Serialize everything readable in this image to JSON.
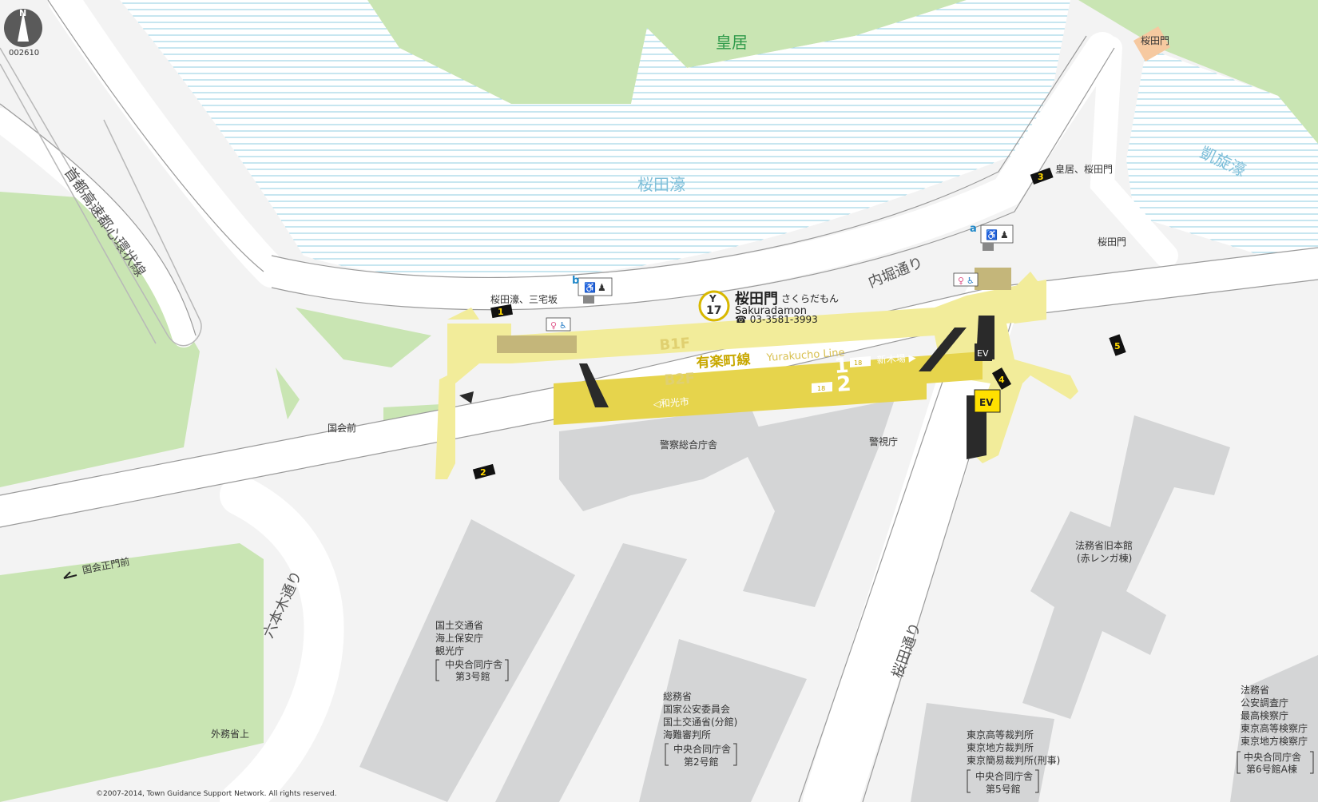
{
  "map_id": "002610",
  "compass_label": "N",
  "station": {
    "code_letter": "Y",
    "code_number": "17",
    "name": "桜田門",
    "kana": "さくらだもん",
    "romaji": "Sakuradamon",
    "phone": "☎ 03-3581-3993",
    "line_ja": "有楽町線",
    "line_en": "Yurakucho Line",
    "b1f": "B1F",
    "b2f": "B2F",
    "platform_1": "1",
    "platform_2": "2",
    "dir_1": "新木場 ▶",
    "dir_2": "◁和光市",
    "train_1": "18",
    "train_2": "18"
  },
  "landmarks": {
    "palace": "皇居",
    "moat": "桜田濠",
    "moat_east": "凱旋濠",
    "expressway": "首都高速都心環状線",
    "uchibori": "内堀通り",
    "roppongi": "六本木通り",
    "sakurada": "桜田通り",
    "kokkai_seimon": "国会正門前",
    "kokkai_mae": "国会前",
    "gaimusho_ue": "外務省上",
    "sakuradamon_gate": "桜田門",
    "sakuradamon_road": "桜田門",
    "keisatsu": "警察総合庁舎",
    "keishicho": "警視庁",
    "homusho_kyu_1": "法務省旧本館",
    "homusho_kyu_2": "(赤レンガ棟)",
    "bldg3": [
      "国土交通省",
      "海上保安庁",
      "観光庁"
    ],
    "bldg3_box": [
      "中央合同庁舎",
      "第3号館"
    ],
    "bldg2": [
      "総務省",
      "国家公安委員会",
      "国土交通省(分館)",
      "海難審判所"
    ],
    "bldg2_box": [
      "中央合同庁舎",
      "第2号館"
    ],
    "bldg5": [
      "東京高等裁判所",
      "東京地方裁判所",
      "東京簡易裁判所(刑事)"
    ],
    "bldg5_box": [
      "中央合同庁舎",
      "第5号館"
    ],
    "bldg6": [
      "法務省",
      "公安調査庁",
      "最高検察庁",
      "東京高等検察庁",
      "東京地方検察庁"
    ],
    "bldg6_box": [
      "中央合同庁舎",
      "第6号館A棟"
    ]
  },
  "exits": {
    "exit1": "1",
    "exit1_dest": "桜田濠、三宅坂",
    "exit2": "2",
    "exit3": "3",
    "exit3_dest": "皇居、桜田門",
    "exit4": "4",
    "exit5": "5",
    "gate_a": "a",
    "gate_b": "b"
  },
  "copyright": "©2007-2014, Town Guidance Support Network. All rights reserved.",
  "colors": {
    "water": "#bfe2ef",
    "green": "#c9e5b3",
    "road": "#ffffff",
    "building": "#d4d5d6",
    "b1f": "#f2ec9a",
    "b2f": "#e6d44c",
    "stairs": "#2a2a2a"
  }
}
